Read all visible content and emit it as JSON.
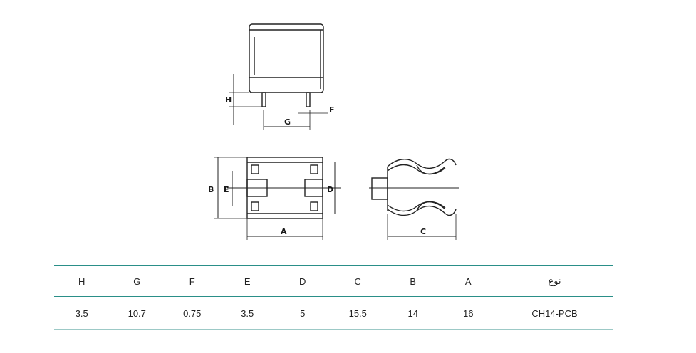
{
  "drawing": {
    "labels": {
      "a": "A",
      "b": "B",
      "c": "C",
      "d": "D",
      "e": "E",
      "f": "F",
      "g": "G",
      "h": "H"
    }
  },
  "table": {
    "headers": [
      "H",
      "G",
      "F",
      "E",
      "D",
      "C",
      "B",
      "A",
      "نوع"
    ],
    "rows": [
      [
        "3.5",
        "10.7",
        "0.75",
        "3.5",
        "5",
        "15.5",
        "14",
        "16",
        "CH14-PCB"
      ]
    ]
  },
  "colors": {
    "accent": "#2a8f88"
  }
}
